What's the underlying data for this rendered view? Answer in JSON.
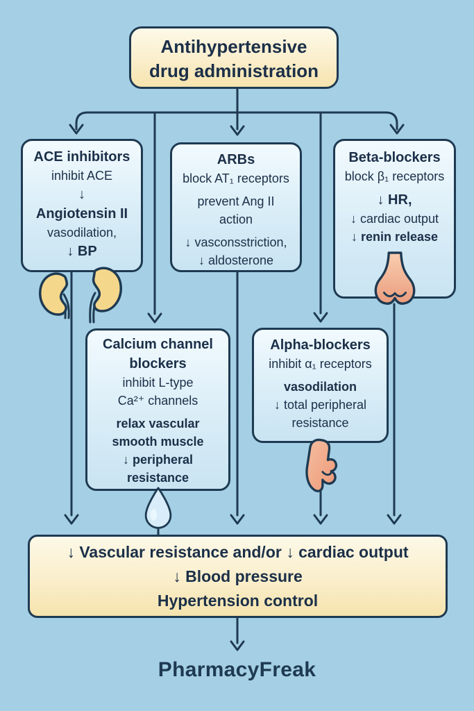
{
  "title_box": {
    "line1": "Antihypertensive",
    "line2": "drug administration"
  },
  "boxes": {
    "ace": {
      "lines": [
        "ACE inhibitors",
        "inhibit ACE",
        "↓",
        "Angiotensin II",
        "vasodilation,",
        "↓ BP"
      ]
    },
    "arbs": {
      "lines": [
        "ARBs",
        "block AT₁ receptors",
        "prevent Ang II",
        "action",
        "↓ vasconsstriction,",
        "↓ aldosterone"
      ]
    },
    "beta": {
      "lines": [
        "Beta-blockers",
        "block β₁ receptors",
        "↓ HR,",
        "↓ cardiac output",
        "↓ renin release"
      ]
    },
    "ccb": {
      "lines": [
        "Calcium channel",
        "blockers",
        "inhibit L-type",
        "Ca²⁺ channels",
        "relax vascular",
        "smooth muscle",
        "↓ peripheral",
        "resistance"
      ]
    },
    "alpha": {
      "lines": [
        "Alpha-blockers",
        "inhibit α₁ receptors",
        "vasodilation",
        "↓ total peripheral",
        "resistance"
      ]
    }
  },
  "result_box": {
    "lines": [
      "↓ Vascular resistance and/or ↓ cardiac output",
      "↓ Blood pressure",
      "Hypertension control"
    ]
  },
  "brand": "PharmacyFreak",
  "icons": {
    "kidneys": "kidneys-icon",
    "nose": "nose-icon",
    "droplet": "water-droplet-icon",
    "hand": "hand-icon"
  },
  "colors": {
    "background": "#a5cfe4",
    "line": "#1e3a52",
    "text": "#1b2f48",
    "box_blue_top": "#f2fafe",
    "box_blue_bottom": "#c9e4f2",
    "box_cream_top": "#fdf9e8",
    "box_cream_bottom": "#f6e4ad"
  }
}
